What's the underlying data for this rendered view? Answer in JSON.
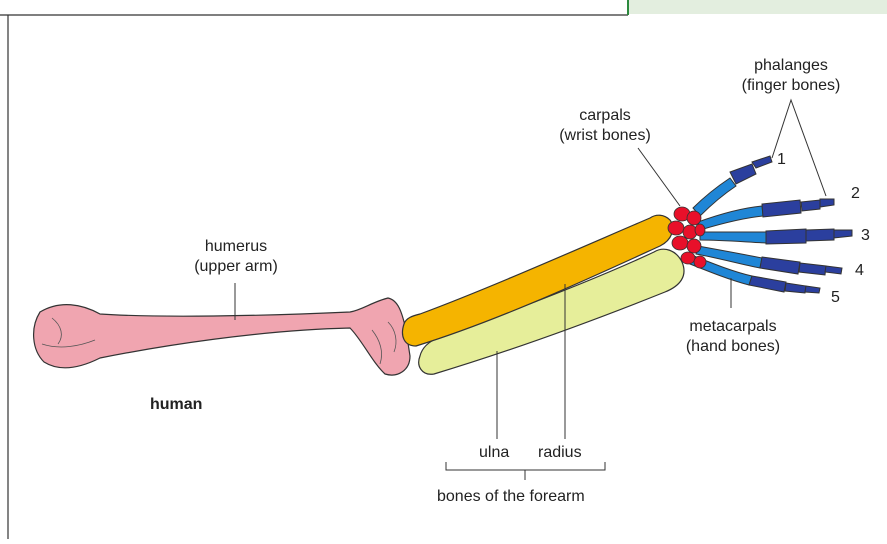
{
  "species_label": "human",
  "humerus": {
    "name": "humerus",
    "note": "(upper arm)"
  },
  "carpals": {
    "name": "carpals",
    "note": "(wrist bones)"
  },
  "phalanges": {
    "name": "phalanges",
    "note": "(finger bones)"
  },
  "metacarpals": {
    "name": "metacarpals",
    "note": "(hand bones)"
  },
  "ulna": "ulna",
  "radius": "radius",
  "forearm": "bones of the forearm",
  "digits": [
    "1",
    "2",
    "3",
    "4",
    "5"
  ],
  "colors": {
    "humerus": "#f0a5b0",
    "radius": "#f5b400",
    "ulna": "#e6ee9a",
    "carpals": "#e8102a",
    "metacarpals": "#1f86d6",
    "phalanges": "#2b3f9e",
    "frame": "#333333",
    "corner_panel": "#e3eedf",
    "corner_accent": "#2c8a3e"
  }
}
